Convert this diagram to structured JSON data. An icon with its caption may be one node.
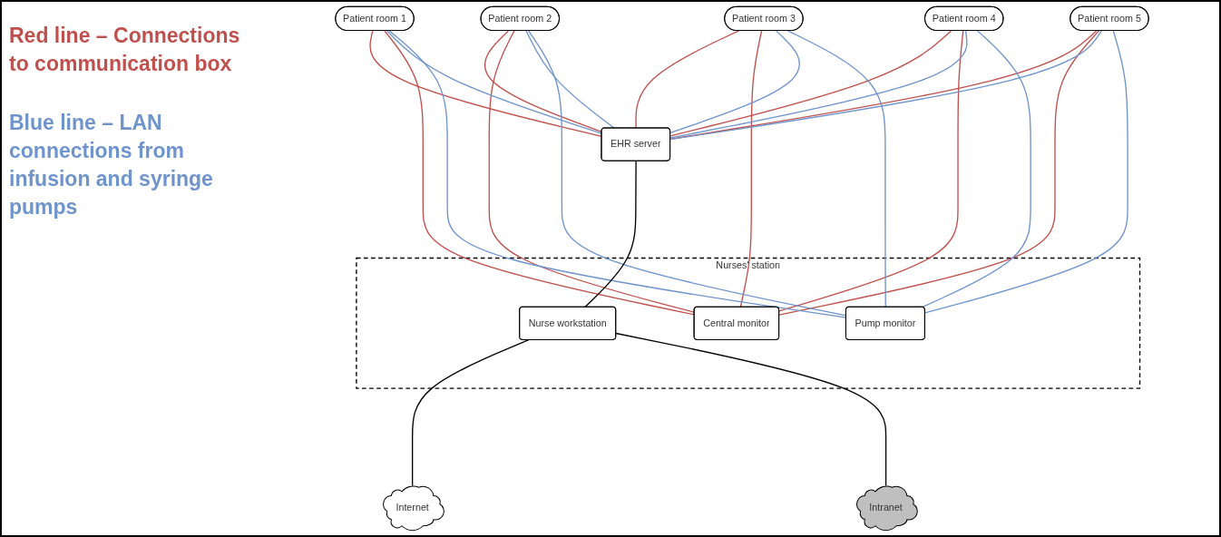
{
  "diagram": {
    "nodes": [
      {
        "text": [
          "Patient room 1"
        ]
      },
      {
        "text": [
          "Patient room 2"
        ]
      },
      {
        "text": [
          "Patient room 3"
        ]
      },
      {
        "text": [
          "Patient room 4"
        ]
      },
      {
        "text": [
          "Patient room 5"
        ]
      },
      {
        "text": [
          "EHR server"
        ]
      },
      {
        "text": [
          "Nurses' station"
        ]
      },
      {
        "text": [
          "Nurse workstation"
        ],
        "in": 6
      },
      {
        "text": [
          "Central monitor"
        ],
        "in": 6
      },
      {
        "text": [
          "Pump monitor"
        ],
        "in": 6
      },
      {
        "text": [
          "Internet"
        ]
      },
      {
        "text": [
          "Intranet"
        ]
      }
    ],
    "edges": [
      {
        "from": 0,
        "to": 5,
        "arrow": "none",
        "color": "#c0504d"
      },
      {
        "from": 1,
        "to": 5,
        "arrow": "none",
        "color": "#c0504d"
      },
      {
        "from": 2,
        "to": 5,
        "arrow": "none",
        "color": "#c0504d"
      },
      {
        "from": 3,
        "to": 5,
        "arrow": "none",
        "color": "#c0504d"
      },
      {
        "from": 4,
        "to": 5,
        "arrow": "none",
        "color": "#c0504d"
      },
      {
        "from": 0,
        "to": 8,
        "arrow": "none",
        "color": "#c0504d"
      },
      {
        "from": 1,
        "to": 8,
        "arrow": "none",
        "color": "#c0504d"
      },
      {
        "from": 2,
        "to": 8,
        "arrow": "none",
        "color": "#c0504d"
      },
      {
        "from": 3,
        "to": 8,
        "arrow": "none",
        "color": "#c0504d"
      },
      {
        "from": 4,
        "to": 8,
        "arrow": "none",
        "color": "#c0504d"
      },
      {
        "from": 0,
        "to": 5,
        "arrow": "none",
        "color": "#6f94cc"
      },
      {
        "from": 1,
        "to": 5,
        "arrow": "none",
        "color": "#6f94cc"
      },
      {
        "from": 2,
        "to": 5,
        "arrow": "none",
        "color": "#6f94cc"
      },
      {
        "from": 3,
        "to": 5,
        "arrow": "none",
        "color": "#6f94cc"
      },
      {
        "from": 4,
        "to": 5,
        "arrow": "none",
        "color": "#6f94cc"
      },
      {
        "from": 0,
        "to": 9,
        "arrow": "none",
        "color": "#6f94cc"
      },
      {
        "from": 1,
        "to": 9,
        "arrow": "none",
        "color": "#6f94cc"
      },
      {
        "from": 2,
        "to": 9,
        "arrow": "none",
        "color": "#6f94cc"
      },
      {
        "from": 3,
        "to": 9,
        "arrow": "none",
        "color": "#6f94cc"
      },
      {
        "from": 4,
        "to": 9,
        "arrow": "none",
        "color": "#6f94cc"
      },
      {
        "from": 5,
        "to": 7,
        "arrow": "none",
        "color": "#000000"
      },
      {
        "from": 7,
        "to": 10,
        "arrow": "none",
        "color": "#000000"
      },
      {
        "from": 7,
        "to": 11,
        "arrow": "none",
        "color": "#000000"
      }
    ],
    "legend": [
      {
        "text": "Red line – Connections to communication box",
        "color": "#c0504d"
      },
      {
        "text": "Blue line – LAN connections from infusion and syringe pumps",
        "color": "#6f94cc"
      }
    ]
  }
}
